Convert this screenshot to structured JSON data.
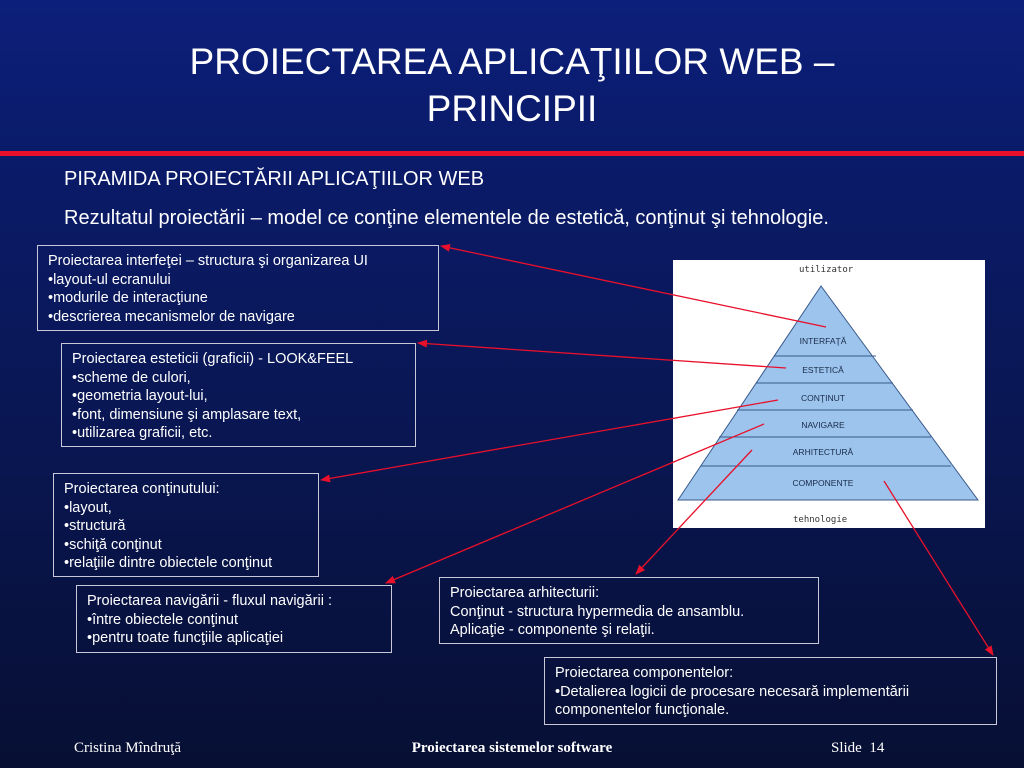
{
  "slide": {
    "title_line1": "PROIECTAREA APLICAŢIILOR WEB –",
    "title_line2": "PRINCIPII",
    "subtitle": "PIRAMIDA PROIECTĂRII APLICAŢIILOR WEB",
    "subtitle2": "Rezultatul proiectării – model ce conţine elementele de estetică, conţinut şi tehnologie."
  },
  "boxes": {
    "interfata": [
      "Proiectarea interfeţei – structura şi organizarea UI",
      "•layout-ul ecranului",
      "•modurile de interacţiune",
      "•descrierea mecanismelor de navigare"
    ],
    "estetica": [
      "Proiectarea esteticii (graficii) - LOOK&FEEL",
      "•scheme de culori,",
      "•geometria layout-lui,",
      "•font, dimensiune şi amplasare text,",
      "•utilizarea graficii, etc."
    ],
    "continut": [
      "Proiectarea conţinutului:",
      "•layout,",
      "•structură",
      "•schiţă conţinut",
      "•relaţiile dintre obiectele conţinut"
    ],
    "navigare": [
      "Proiectarea navigării -  fluxul navigării :",
      "•între obiectele conţinut",
      "•pentru toate funcţiile aplicaţiei"
    ],
    "arhitectura": [
      "Proiectarea arhitecturii:",
      "Conţinut - structura hypermedia de ansamblu.",
      "Aplicaţie - componente şi relaţii."
    ],
    "componente": [
      "Proiectarea componentelor:",
      "•Detalierea logicii de procesare necesară implementării",
      "componentelor funcţionale."
    ]
  },
  "pyramid": {
    "top_label": "utilizator",
    "bottom_label": "tehnologie",
    "layers": [
      "INTERFAŢĂ",
      "ESTETICĂ",
      "CONŢINUT",
      "NAVIGARE",
      "ARHITECTURĂ",
      "COMPONENTE"
    ],
    "fill_color": "#9cc4ec",
    "stroke_color": "#3a5a8a"
  },
  "footer": {
    "author": "Cristina Mîndruţă",
    "course": "Proiectarea sistemelor software",
    "slide_label": "Slide",
    "slide_number": "14"
  },
  "colors": {
    "background": "#0a1a66",
    "accent_rule": "#e8102a",
    "arrow": "#e8102a"
  }
}
